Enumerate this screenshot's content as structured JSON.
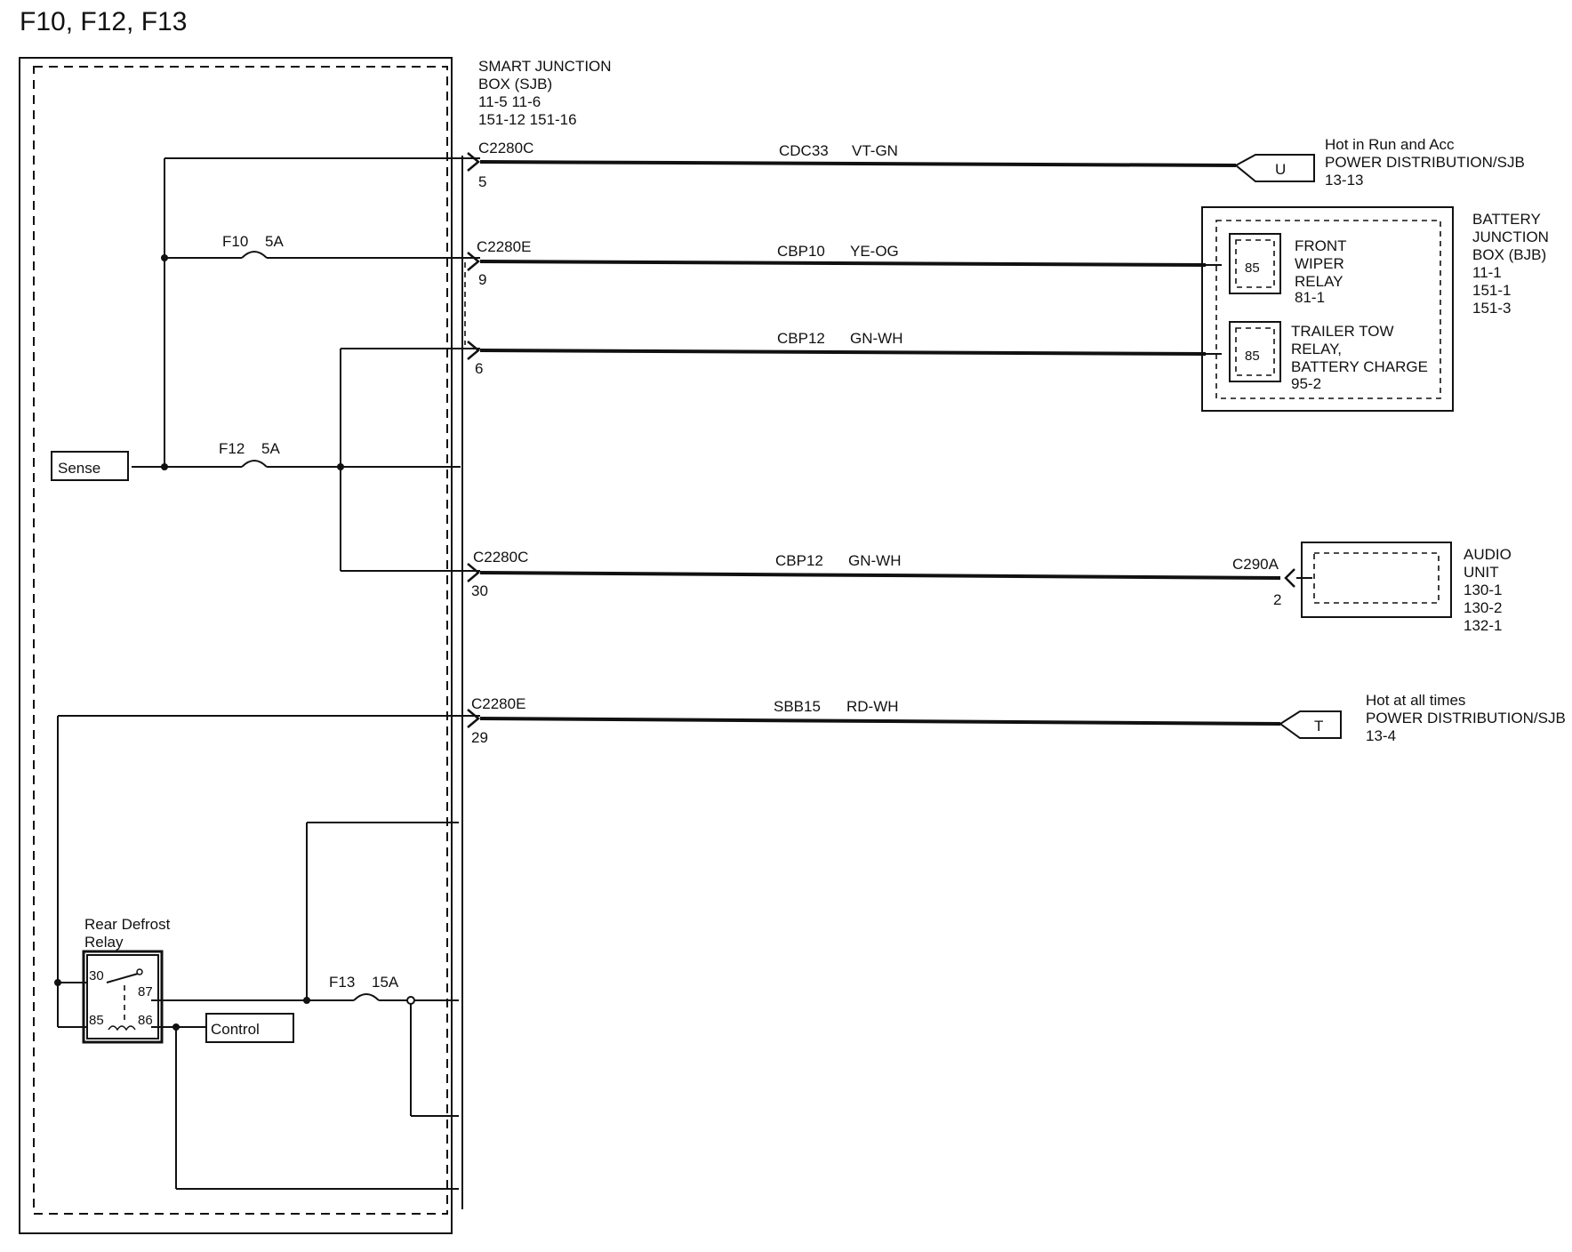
{
  "title": "F10, F12, F13",
  "sjb": {
    "line1": "SMART   JUNCTION",
    "line2": "BOX (SJB)",
    "line3": "11-5      11-6",
    "line4": "151-12      151-16"
  },
  "fuses": {
    "f10": {
      "name": "F10",
      "rating": "5A"
    },
    "f12": {
      "name": "F12",
      "rating": "5A"
    },
    "f13": {
      "name": "F13",
      "rating": "15A"
    }
  },
  "labels": {
    "sense": "Sense",
    "control": "Control",
    "relay_title_1": "Rear Defrost",
    "relay_title_2": "Relay"
  },
  "relay_pins": {
    "p30": "30",
    "p87": "87",
    "p85": "85",
    "p86": "86"
  },
  "circuits": [
    {
      "connector": "C2280C",
      "pin": "5",
      "circuit": "CDC33",
      "color": "VT-GN"
    },
    {
      "connector": "C2280E",
      "pin": "9",
      "circuit": "CBP10",
      "color": "YE-OG"
    },
    {
      "connector": "",
      "pin": "6",
      "circuit": "CBP12",
      "color": "GN-WH"
    },
    {
      "connector": "C2280C",
      "pin": "30",
      "circuit": "CBP12",
      "color": "GN-WH"
    },
    {
      "connector": "C2280E",
      "pin": "29",
      "circuit": "SBB15",
      "color": "RD-WH"
    }
  ],
  "ref_u": {
    "letter": "U",
    "line1": "Hot in Run and Acc",
    "line2": "POWER DISTRIBUTION/SJB",
    "line3": "13-13"
  },
  "ref_t": {
    "letter": "T",
    "line1": "Hot at all times",
    "line2": "POWER DISTRIBUTION/SJB",
    "line3": "13-4"
  },
  "bjb": {
    "line1": "BATTERY",
    "line2": "JUNCTION",
    "line3": "BOX (BJB)",
    "line4": "11-1",
    "line5": "151-1",
    "line6": "151-3",
    "relay1_pin": "85",
    "relay1_line1": "FRONT",
    "relay1_line2": "WIPER",
    "relay1_line3": "RELAY",
    "relay1_line4": "81-1",
    "relay2_pin": "85",
    "relay2_line1": "TRAILER TOW",
    "relay2_line2": "RELAY,",
    "relay2_line3": "BATTERY CHARGE",
    "relay2_line4": "95-2"
  },
  "audio": {
    "connector": "C290A",
    "pin": "2",
    "line1": "AUDIO",
    "line2": "UNIT",
    "line3": "130-1",
    "line4": "130-2",
    "line5": "132-1"
  }
}
